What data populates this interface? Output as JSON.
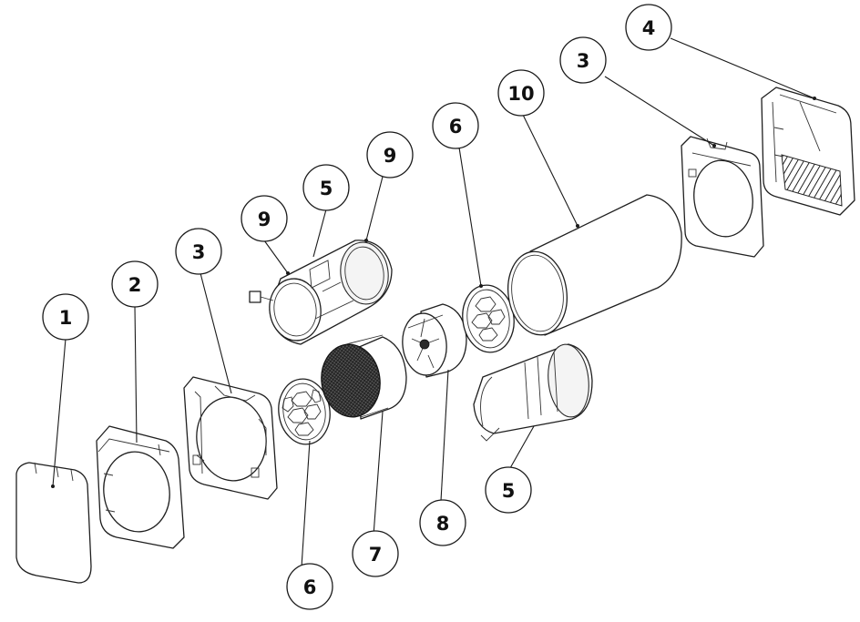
{
  "callouts": {
    "c1": "1",
    "c2": "2",
    "c3a": "3",
    "c3b": "3",
    "c4": "4",
    "c5a": "5",
    "c5b": "5",
    "c6a": "6",
    "c6b": "6",
    "c7": "7",
    "c8": "8",
    "c9a": "9",
    "c9b": "9",
    "c10": "10"
  },
  "colors": {
    "line": "#1a1a1a",
    "background": "#ffffff",
    "filter_mesh": "#2b2b2b"
  }
}
